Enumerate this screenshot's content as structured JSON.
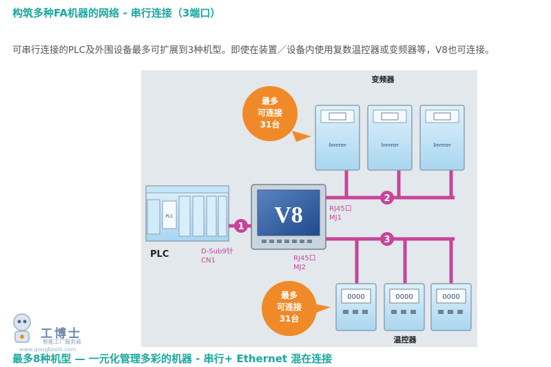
{
  "header": {
    "title": "构筑多种FA机器的网络 - 串行连接（3端口）",
    "description": "可串行连接的PLC及外围设备最多可扩展到3种机型。即使在装置／设备内使用复数温控器或变频器等，V8也可连接。"
  },
  "diagram": {
    "inverter_group_label": "变频器",
    "inverter_unit_label": "Inverter",
    "temp_controller_group_label": "温控器",
    "hmi_label": "V8",
    "plc_label": "PLC",
    "plc_unit_label": "PLC",
    "port_plc": {
      "line1": "D-Sub9针",
      "line2": "CN1"
    },
    "port_mj1": {
      "line1": "RJ45口",
      "line2": "MJ1"
    },
    "port_mj2": {
      "line1": "RJ45口",
      "line2": "MJ2"
    },
    "badges": [
      "1",
      "2",
      "3"
    ],
    "bubble_top": {
      "line1": "最多",
      "line2": "可连接",
      "line3": "31台"
    },
    "bubble_bottom": {
      "line1": "最多",
      "line2": "可连接",
      "line3": "31台"
    },
    "temp_display": "0000",
    "colors": {
      "link": "#c8449a",
      "bubble": "#f08a28",
      "panel": "#e3e8ec",
      "device": "#a9d6f0",
      "frame": "#8aa0b4"
    }
  },
  "watermark": {
    "name": "工博士",
    "sub": "智能工厂服务商",
    "url": "www.gongboshi.com"
  },
  "footer": {
    "section_title": "最多8种机型 — 一元化管理多彩的机器 - 串行+ Ethernet 混在连接"
  }
}
